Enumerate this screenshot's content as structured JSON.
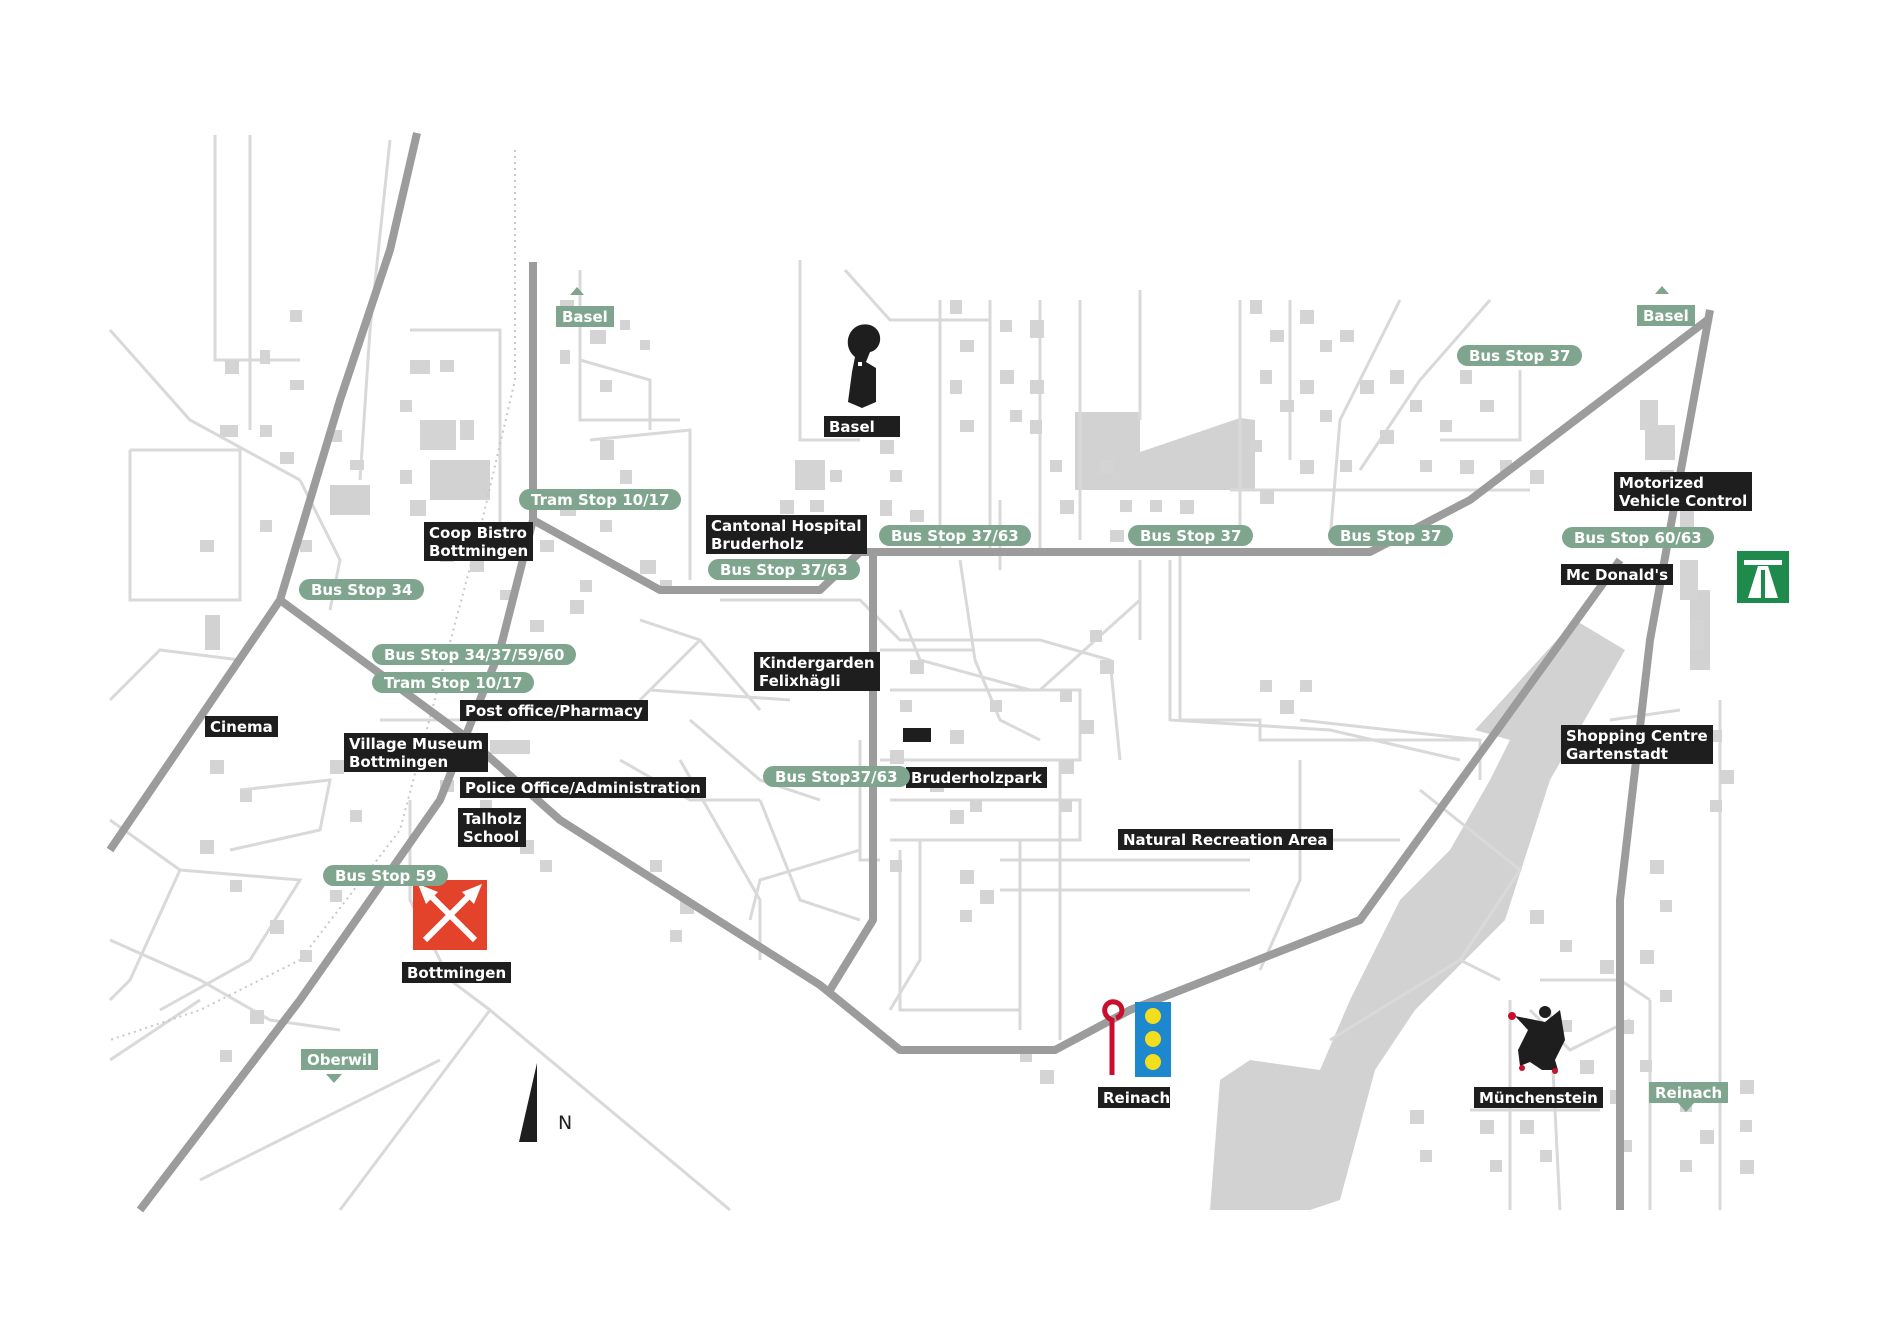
{
  "map": {
    "colors": {
      "road_main": "#9d9c9c",
      "road_minor": "#d9d9d9",
      "building": "#d4d4d4",
      "park": "#d2d2d2",
      "label_dark": "#1f1e1e",
      "label_bus": "#7fa58e",
      "motorway": "#1e8a4b",
      "bottmingen_red": "#e3432a",
      "reinach_blue": "#1e88cf",
      "reinach_yellow": "#f2dd1f",
      "reinach_red": "#c8102e"
    },
    "town_labels": {
      "basel": "Basel",
      "bottmingen": "Bottmingen",
      "reinach": "Reinach",
      "muenchenstein": "Münchenstein"
    },
    "place_labels": {
      "coop_bistro": "Coop Bistro\nBottmingen",
      "cantonal_hospital": "Cantonal Hospital\nBruderholz",
      "kindergarden": "Kindergarden\nFelixhägli",
      "cinema": "Cinema",
      "post_office": "Post office/Pharmacy",
      "village_museum": "Village Museum\nBottmingen",
      "police_office": "Police Office/Administration",
      "talholz_school": "Talholz\nSchool",
      "bruderholzpark": "Bruderholzpark",
      "natural_recreation": "Natural Recreation Area",
      "motorized_vehicle": "Motorized\nVehicle Control",
      "mcdonalds": "Mc Donald's",
      "shopping_centre": "Shopping Centre\nGartenstadt"
    },
    "stop_labels": {
      "tram_1017_north": "Tram Stop 10/17",
      "bus_3763_hospital": "Bus Stop 37/63",
      "bus_3763_center": "Bus Stop 37/63",
      "bus_37_a": "Bus Stop 37",
      "bus_37_b": "Bus Stop 37",
      "bus_37_north": "Bus Stop 37",
      "bus_6063": "Bus Stop 60/63",
      "bus_34": "Bus Stop 34",
      "bus_34_37_59_60": "Bus Stop 34/37/59/60",
      "tram_1017_south": "Tram Stop 10/17",
      "bus_3763_park": "Bus Stop37/63",
      "bus_59": "Bus Stop 59"
    },
    "direction_labels": {
      "basel_west": "Basel",
      "basel_east": "Basel",
      "oberwil": "Oberwil",
      "reinach_south": "Reinach"
    },
    "north_label": "N",
    "icons": {
      "basel_coat": "basel-crosier-icon",
      "bottmingen_coat": "bottmingen-arrows-icon",
      "reinach_coat": "reinach-coat-icon",
      "muenchenstein_coat": "muenchenstein-figure-icon",
      "motorway_sign": "motorway-icon",
      "north_arrow": "north-arrow-icon"
    }
  }
}
